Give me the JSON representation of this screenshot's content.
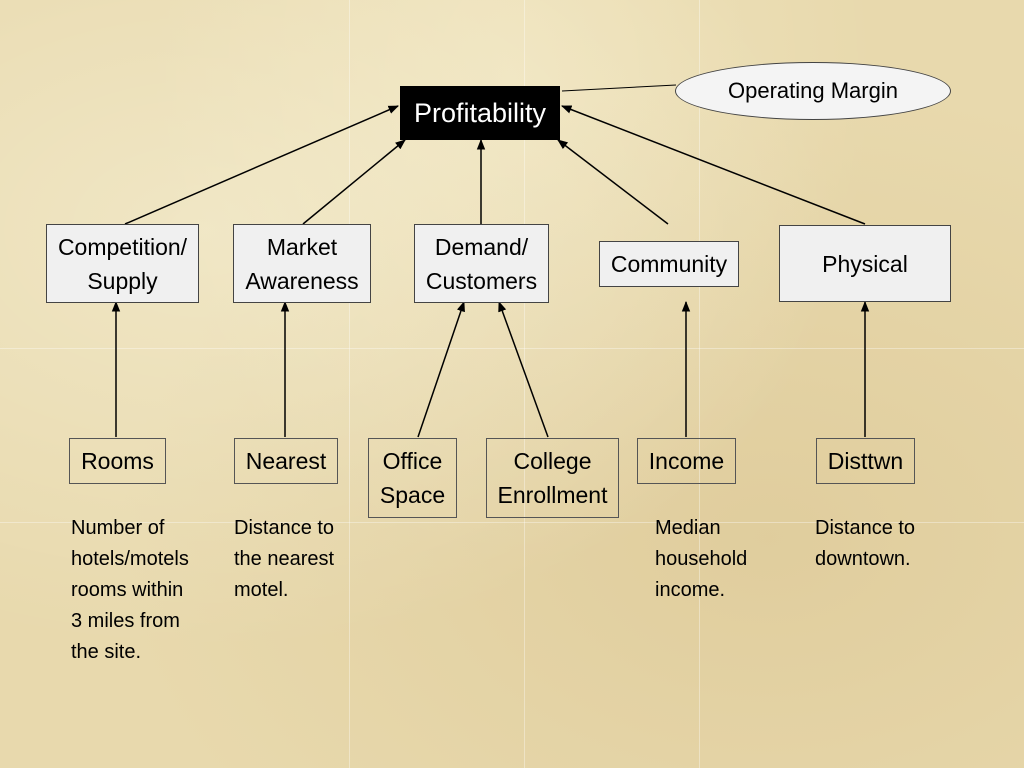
{
  "root": {
    "label": "Profitability"
  },
  "annotation": {
    "label": "Operating Margin"
  },
  "factors": [
    {
      "id": "competition",
      "label": "Competition/\nSupply"
    },
    {
      "id": "awareness",
      "label": "Market\nAwareness"
    },
    {
      "id": "demand",
      "label": "Demand/\nCustomers"
    },
    {
      "id": "community",
      "label": "Community"
    },
    {
      "id": "physical",
      "label": "Physical"
    }
  ],
  "variables": [
    {
      "id": "rooms",
      "label": "Rooms",
      "description": "Number of\nhotels/motels\nrooms within\n3 miles from\nthe site."
    },
    {
      "id": "nearest",
      "label": "Nearest",
      "description": "Distance to\nthe nearest\nmotel."
    },
    {
      "id": "office",
      "label": "Office\nSpace",
      "description": ""
    },
    {
      "id": "college",
      "label": "College\nEnrollment",
      "description": ""
    },
    {
      "id": "income",
      "label": "Income",
      "description": "Median\nhousehold\nincome."
    },
    {
      "id": "disttwn",
      "label": "Disttwn",
      "description": "Distance to\n downtown."
    }
  ],
  "colors": {
    "background": "#e8d9ad",
    "box_fill": "#f0f0f0",
    "root_fill": "#000000",
    "line": "#000000"
  }
}
